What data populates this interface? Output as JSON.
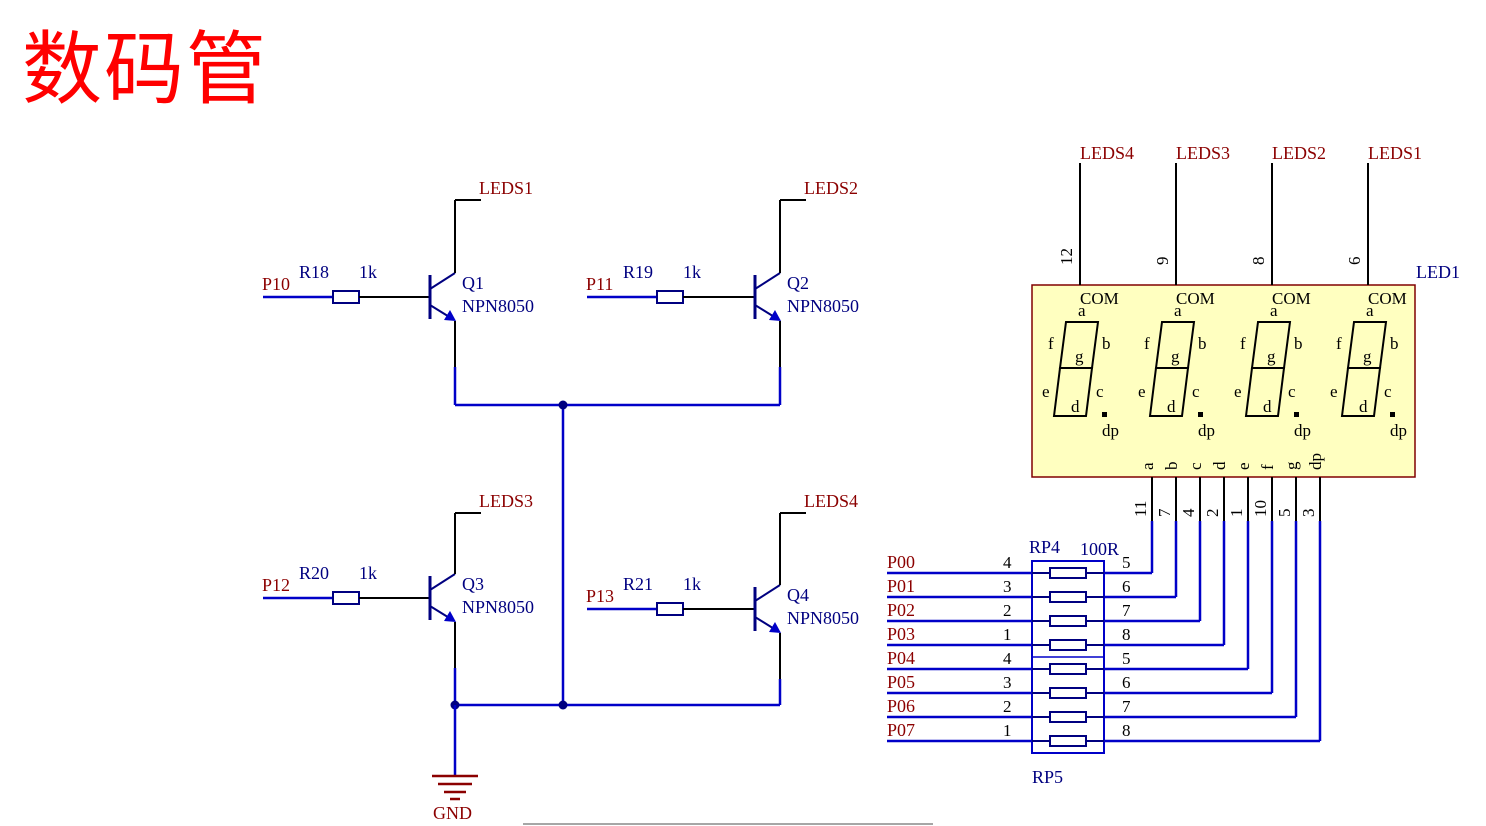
{
  "title": "数码管",
  "transistors": [
    {
      "ref": "Q1",
      "part": "NPN8050",
      "base_net": "P10",
      "collector_net": "LEDS1",
      "resistor": "R18",
      "resistor_value": "1k"
    },
    {
      "ref": "Q2",
      "part": "NPN8050",
      "base_net": "P11",
      "collector_net": "LEDS2",
      "resistor": "R19",
      "resistor_value": "1k"
    },
    {
      "ref": "Q3",
      "part": "NPN8050",
      "base_net": "P12",
      "collector_net": "LEDS3",
      "resistor": "R20",
      "resistor_value": "1k"
    },
    {
      "ref": "Q4",
      "part": "NPN8050",
      "base_net": "P13",
      "collector_net": "LEDS4",
      "resistor": "R21",
      "resistor_value": "1k"
    }
  ],
  "gnd_label": "GND",
  "display": {
    "ref": "LED1",
    "com_label": "COM",
    "com_nets": [
      "LEDS4",
      "LEDS3",
      "LEDS2",
      "LEDS1"
    ],
    "com_pins": [
      "12",
      "9",
      "8",
      "6"
    ],
    "segment_letters": [
      "a",
      "b",
      "c",
      "d",
      "e",
      "f",
      "g",
      "dp"
    ],
    "bottom_pin_names": [
      "a",
      "b",
      "c",
      "d",
      "e",
      "f",
      "g",
      "dp"
    ],
    "bottom_pin_numbers": [
      "11",
      "7",
      "4",
      "2",
      "1",
      "10",
      "5",
      "3"
    ]
  },
  "resistor_arrays": {
    "top_ref": "RP4",
    "top_value": "100R",
    "bottom_ref": "RP5",
    "rows": [
      {
        "net": "P00",
        "left_pin": "4",
        "right_pin": "5"
      },
      {
        "net": "P01",
        "left_pin": "3",
        "right_pin": "6"
      },
      {
        "net": "P02",
        "left_pin": "2",
        "right_pin": "7"
      },
      {
        "net": "P03",
        "left_pin": "1",
        "right_pin": "8"
      },
      {
        "net": "P04",
        "left_pin": "4",
        "right_pin": "5"
      },
      {
        "net": "P05",
        "left_pin": "3",
        "right_pin": "6"
      },
      {
        "net": "P06",
        "left_pin": "2",
        "right_pin": "7"
      },
      {
        "net": "P07",
        "left_pin": "1",
        "right_pin": "8"
      }
    ]
  }
}
